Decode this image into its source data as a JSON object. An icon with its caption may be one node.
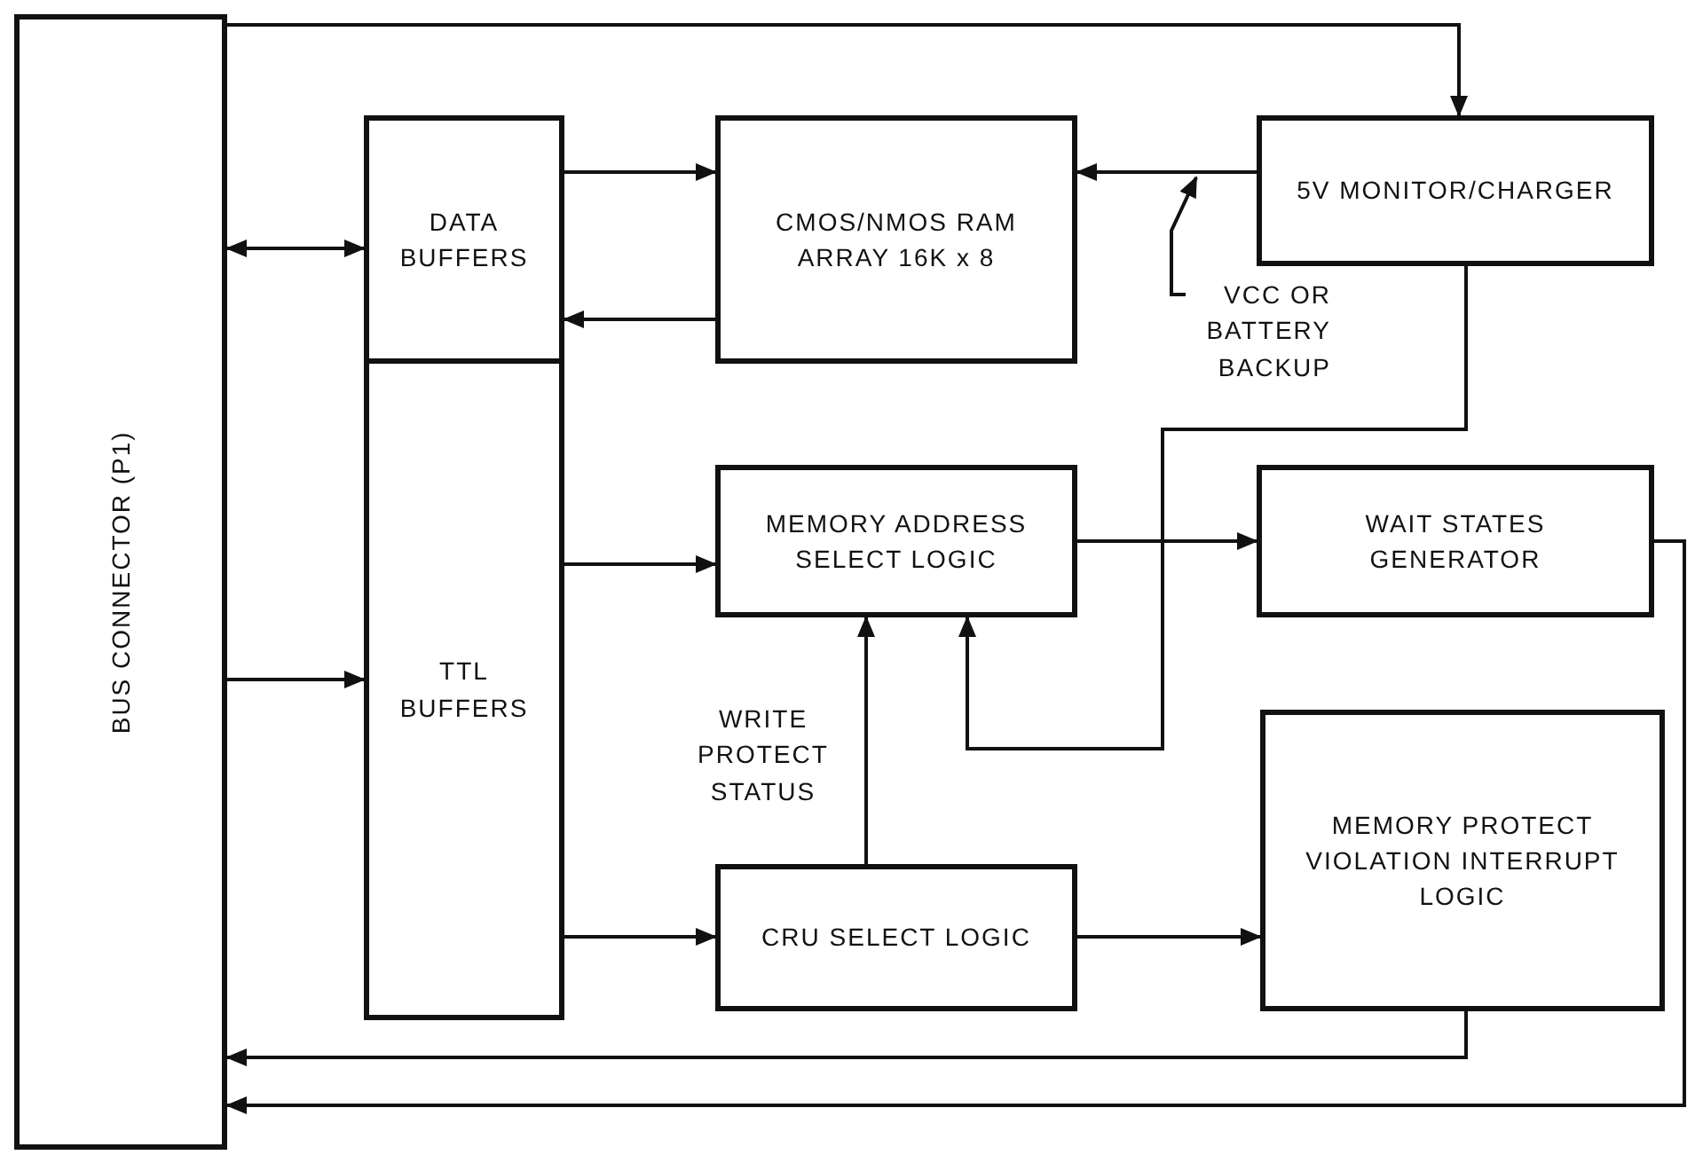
{
  "diagram": {
    "nodes": [
      {
        "text": [
          "BUS CONNECTOR (P1)"
        ]
      },
      {
        "text": [
          "DATA BUFFERS"
        ]
      },
      {
        "text": [
          "TTL BUFFERS"
        ]
      },
      {
        "text": [
          "CMOS/NMOS RAM ARRAY 16K x 8"
        ]
      },
      {
        "text": [
          "5V MONITOR/CHARGER"
        ]
      },
      {
        "text": [
          "MEMORY ADDRESS SELECT LOGIC"
        ]
      },
      {
        "text": [
          "WAIT STATES GENERATOR"
        ]
      },
      {
        "text": [
          "CRU SELECT LOGIC"
        ]
      },
      {
        "text": [
          "MEMORY PROTECT VIOLATION INTERRUPT LOGIC"
        ]
      },
      {
        "text": [
          "VCC OR BATTERY BACKUP"
        ]
      }
    ],
    "edges": [
      {
        "from": 0,
        "to": 4,
        "arrow": "to"
      },
      {
        "from": 0,
        "to": 1,
        "arrow": "both"
      },
      {
        "from": 1,
        "to": 3,
        "arrow": "to"
      },
      {
        "from": 3,
        "to": 1,
        "arrow": "to"
      },
      {
        "from": 4,
        "to": 3,
        "arrow": "to"
      },
      {
        "from": 4,
        "to": 5,
        "arrow": "to"
      },
      {
        "from": 0,
        "to": 2,
        "arrow": "to"
      },
      {
        "from": 2,
        "to": 5,
        "arrow": "to"
      },
      {
        "from": 5,
        "to": 6,
        "arrow": "to"
      },
      {
        "from": 6,
        "to": 0,
        "arrow": "to"
      },
      {
        "from": 2,
        "to": 7,
        "arrow": "to"
      },
      {
        "from": 7,
        "to": 5,
        "arrow": "to",
        "label": "WRITE PROTECT STATUS"
      },
      {
        "from": 7,
        "to": 8,
        "arrow": "to"
      },
      {
        "from": 8,
        "to": 0,
        "arrow": "to"
      },
      {
        "from": 9,
        "to": null,
        "arrow": "to"
      }
    ]
  }
}
